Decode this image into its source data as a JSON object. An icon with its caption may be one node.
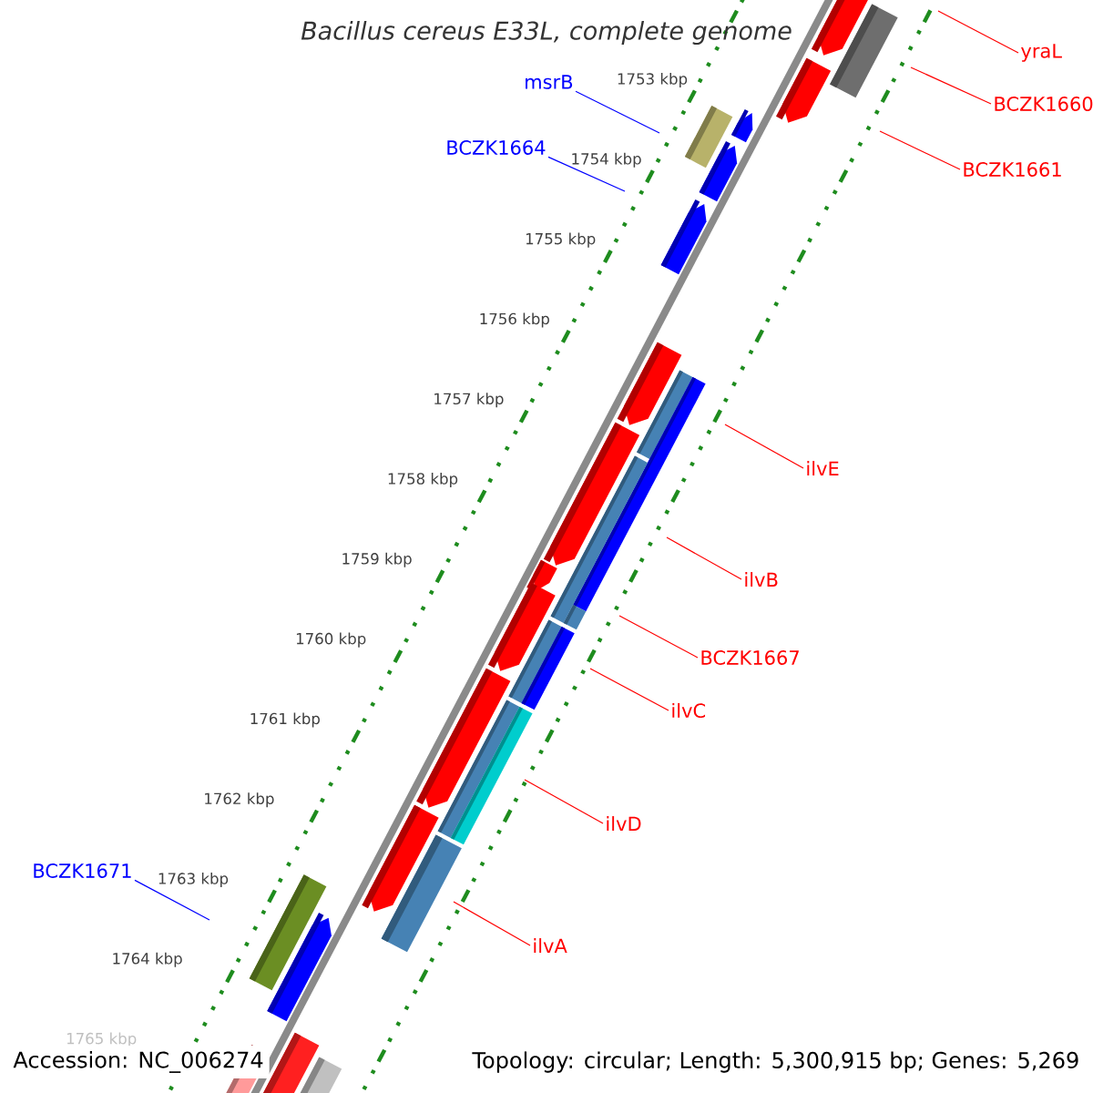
{
  "diagram": {
    "title": "Bacillus cereus E33L, complete genome",
    "nodes": [
      {
        "text": [
          "yraL"
        ]
      },
      {
        "text": [
          "msrB"
        ]
      },
      {
        "text": [
          "BCZK1660"
        ]
      },
      {
        "text": [
          "BCZK1664"
        ]
      },
      {
        "text": [
          "BCZK1661"
        ]
      },
      {
        "text": [
          "ilvE"
        ]
      },
      {
        "text": [
          "ilvB"
        ]
      },
      {
        "text": [
          "BCZK1667"
        ]
      },
      {
        "text": [
          "ilvC"
        ]
      },
      {
        "text": [
          "ilvD"
        ]
      },
      {
        "text": [
          "BCZK1671"
        ]
      },
      {
        "text": [
          "ilvA"
        ]
      }
    ],
    "edges": [
      {
        "from": 0,
        "to": null,
        "arrow": "none"
      },
      {
        "from": 1,
        "to": null,
        "arrow": "none",
        "color": "#0000ff"
      },
      {
        "from": 2,
        "to": null,
        "arrow": "none"
      },
      {
        "from": 3,
        "to": null,
        "arrow": "none",
        "color": "#0000ff"
      },
      {
        "from": 4,
        "to": null,
        "arrow": "none"
      },
      {
        "from": 5,
        "to": null,
        "arrow": "none"
      },
      {
        "from": 6,
        "to": null,
        "arrow": "none"
      },
      {
        "from": 7,
        "to": null,
        "arrow": "none"
      },
      {
        "from": 8,
        "to": null,
        "arrow": "none"
      },
      {
        "from": 9,
        "to": null,
        "arrow": "none"
      },
      {
        "from": 10,
        "to": null,
        "arrow": "none",
        "color": "#0000ff"
      },
      {
        "from": 11,
        "to": null,
        "arrow": "none"
      }
    ],
    "labels": [
      "1753 kbp",
      "1754 kbp",
      "1755 kbp",
      "1756 kbp",
      "1757 kbp",
      "1758 kbp",
      "1759 kbp",
      "1760 kbp",
      "1761 kbp",
      "1762 kbp",
      "1763 kbp",
      "1764 kbp",
      "1765 kbp",
      "Accession: NC_006274",
      "Topology: circular; Length: 5,300,915 bp; Genes: 5,269"
    ]
  }
}
